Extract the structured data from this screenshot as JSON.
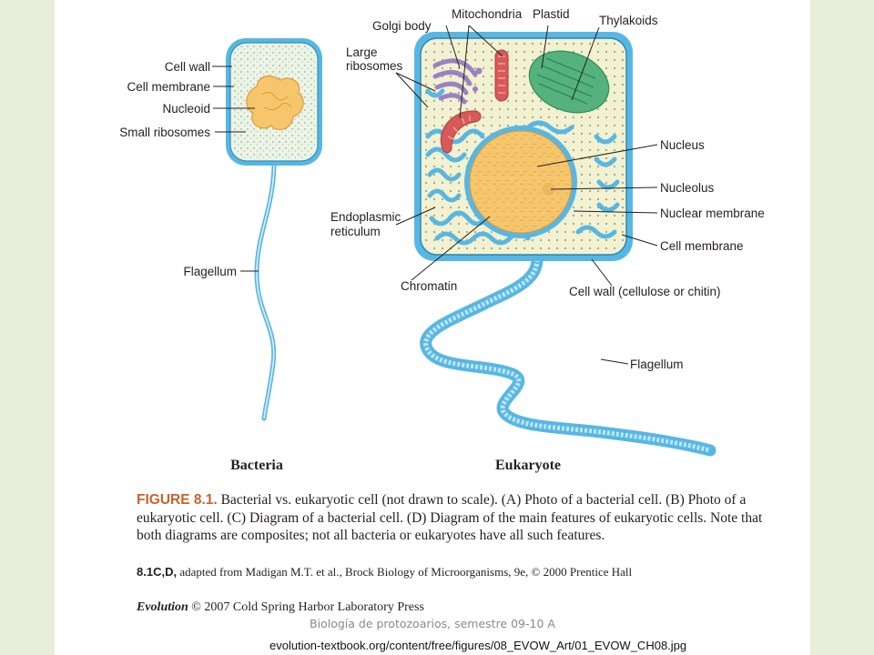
{
  "bacteria": {
    "title": "Bacteria",
    "labels": {
      "cell_wall": "Cell wall",
      "cell_membrane": "Cell membrane",
      "nucleoid": "Nucleoid",
      "small_ribosomes": "Small ribosomes",
      "flagellum": "Flagellum"
    }
  },
  "eukaryote": {
    "title": "Eukaryote",
    "labels": {
      "golgi_body": "Golgi body",
      "mitochondria": "Mitochondria",
      "plastid": "Plastid",
      "thylakoids": "Thylakoids",
      "large_ribosomes_1": "Large",
      "large_ribosomes_2": "ribosomes",
      "nucleus": "Nucleus",
      "nucleolus": "Nucleolus",
      "nuclear_membrane": "Nuclear membrane",
      "endoplasmic_1": "Endoplasmic",
      "endoplasmic_2": "reticulum",
      "cell_membrane": "Cell membrane",
      "chromatin": "Chromatin",
      "cell_wall": "Cell wall (cellulose or chitin)",
      "flagellum": "Flagellum"
    }
  },
  "caption": {
    "figure_label": "FIGURE 8.1.",
    "text": "Bacterial vs. eukaryotic cell (not drawn to scale). (A) Photo of a bacterial cell. (B) Photo of a eukaryotic cell. (C) Diagram of a bacterial cell. (D) Diagram of the main features of eukaryotic cells. Note that both diagrams are composites; not all bacteria or eukaryotes have all such features."
  },
  "credit": {
    "ref": "8.1C,D,",
    "text": "adapted from Madigan M.T. et al., Brock Biology of Microorganisms, 9e, © 2000 Prentice Hall"
  },
  "copyright": {
    "book": "Evolution",
    "text": "© 2007 Cold Spring Harbor Laboratory Press"
  },
  "footer": "Biología de protozoarios, semestre 09-10 A",
  "source_url": "evolution-textbook.org/content/free/figures/08_EVOW_Art/01_EVOW_CH08.jpg",
  "colors": {
    "background": "#e9eedb",
    "cytoplasm": "#f3f1cf",
    "membrane_blue": "#58b7e2",
    "nucleus": "#f6c66c",
    "golgi": "#9a82c2",
    "mitochondria": "#d8595a",
    "plastid": "#55b27d",
    "caption_accent": "#c8622e"
  }
}
